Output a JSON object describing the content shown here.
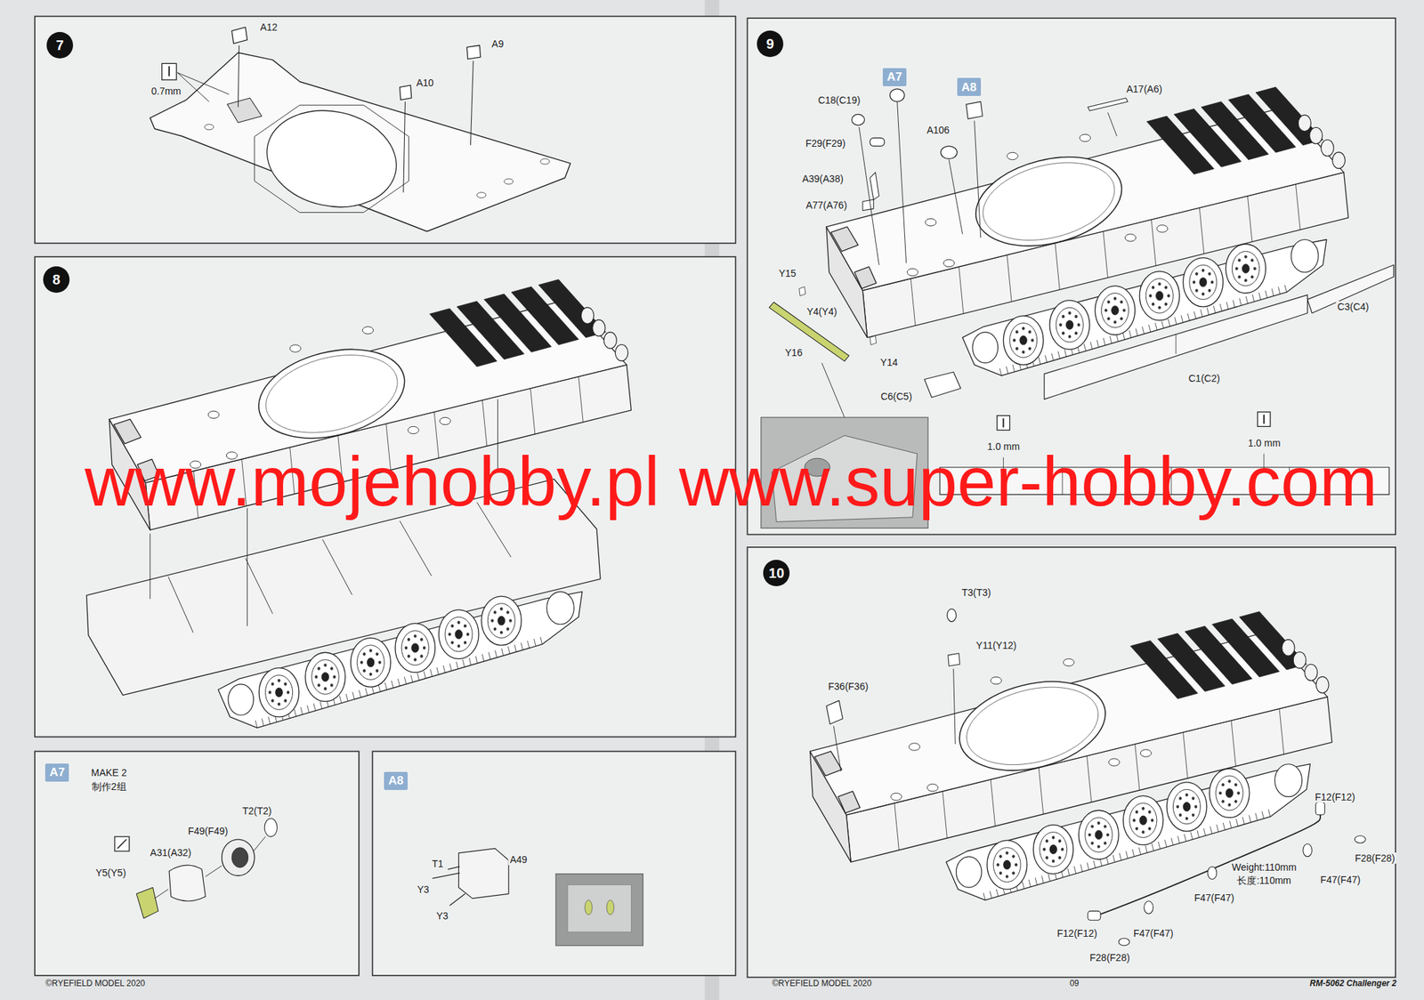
{
  "diagram": {
    "nodes": [
      {
        "text": [
          "7"
        ]
      },
      {
        "text": [
          "8"
        ]
      },
      {
        "text": [
          "9"
        ]
      },
      {
        "text": [
          "10"
        ]
      },
      {
        "text": [
          "A7"
        ]
      },
      {
        "text": [
          "A8"
        ]
      },
      {
        "text": [
          "A7"
        ]
      },
      {
        "text": [
          "A8"
        ]
      }
    ],
    "labels": [
      "A12",
      "A9",
      "A10",
      "0.7mm",
      "C18(C19)",
      "F29(F29)",
      "A39(A38)",
      "A77(A76)",
      "A17(A6)",
      "A106",
      "Y15",
      "Y4(Y4)",
      "Y16",
      "Y14",
      "C6(C5)",
      "C1(C2)",
      "C3(C4)",
      "1.0 mm",
      "1.0 mm",
      "T3(T3)",
      "Y11(Y12)",
      "F36(F36)",
      "F12(F12)",
      "F28(F28)",
      "Weight:110mm",
      "长度:110mm",
      "F47(F47)",
      "F47(F47)",
      "F12(F12)",
      "F47(F47)",
      "F28(F28)",
      "MAKE 2",
      "制作2组",
      "T2(T2)",
      "F49(F49)",
      "A31(A32)",
      "Y5(Y5)",
      "T1",
      "A49",
      "Y3",
      "Y3",
      "www.mojehobby.pl www.super-hobby.com",
      "©RYEFIELD MODEL 2020",
      "©RYEFIELD MODEL 2020",
      "09",
      "RM-5062 Challenger 2"
    ]
  }
}
